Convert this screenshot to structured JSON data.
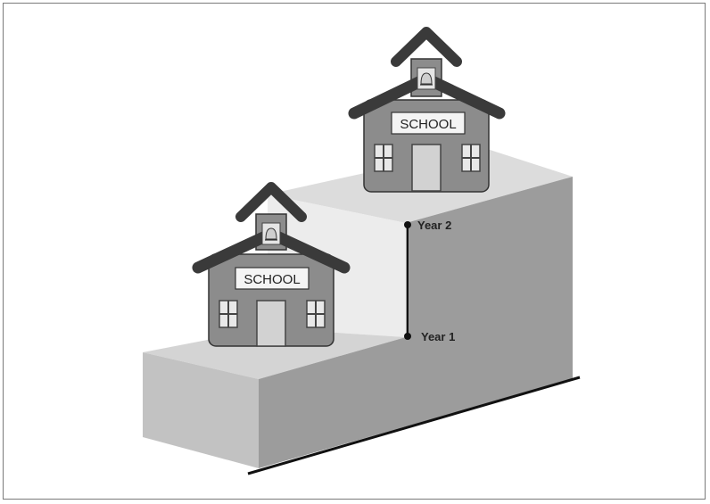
{
  "diagram": {
    "schools": [
      {
        "sign": "SCHOOL"
      },
      {
        "sign": "SCHOOL"
      }
    ],
    "markers": [
      {
        "label": "Year 2"
      },
      {
        "label": "Year 1"
      }
    ],
    "colors": {
      "front_face": "#c4c4c4",
      "top_face": "#d9d9d9",
      "right_face": "#9a9a9a",
      "upper_top": "#dedede",
      "riser": "#eeeeee",
      "building": "#8c8c8c",
      "roof": "#3a3a3a",
      "window": "#e8e8e8",
      "door": "#d2d2d2"
    },
    "icons": [
      "bell-icon",
      "window-icon",
      "door-icon"
    ]
  }
}
